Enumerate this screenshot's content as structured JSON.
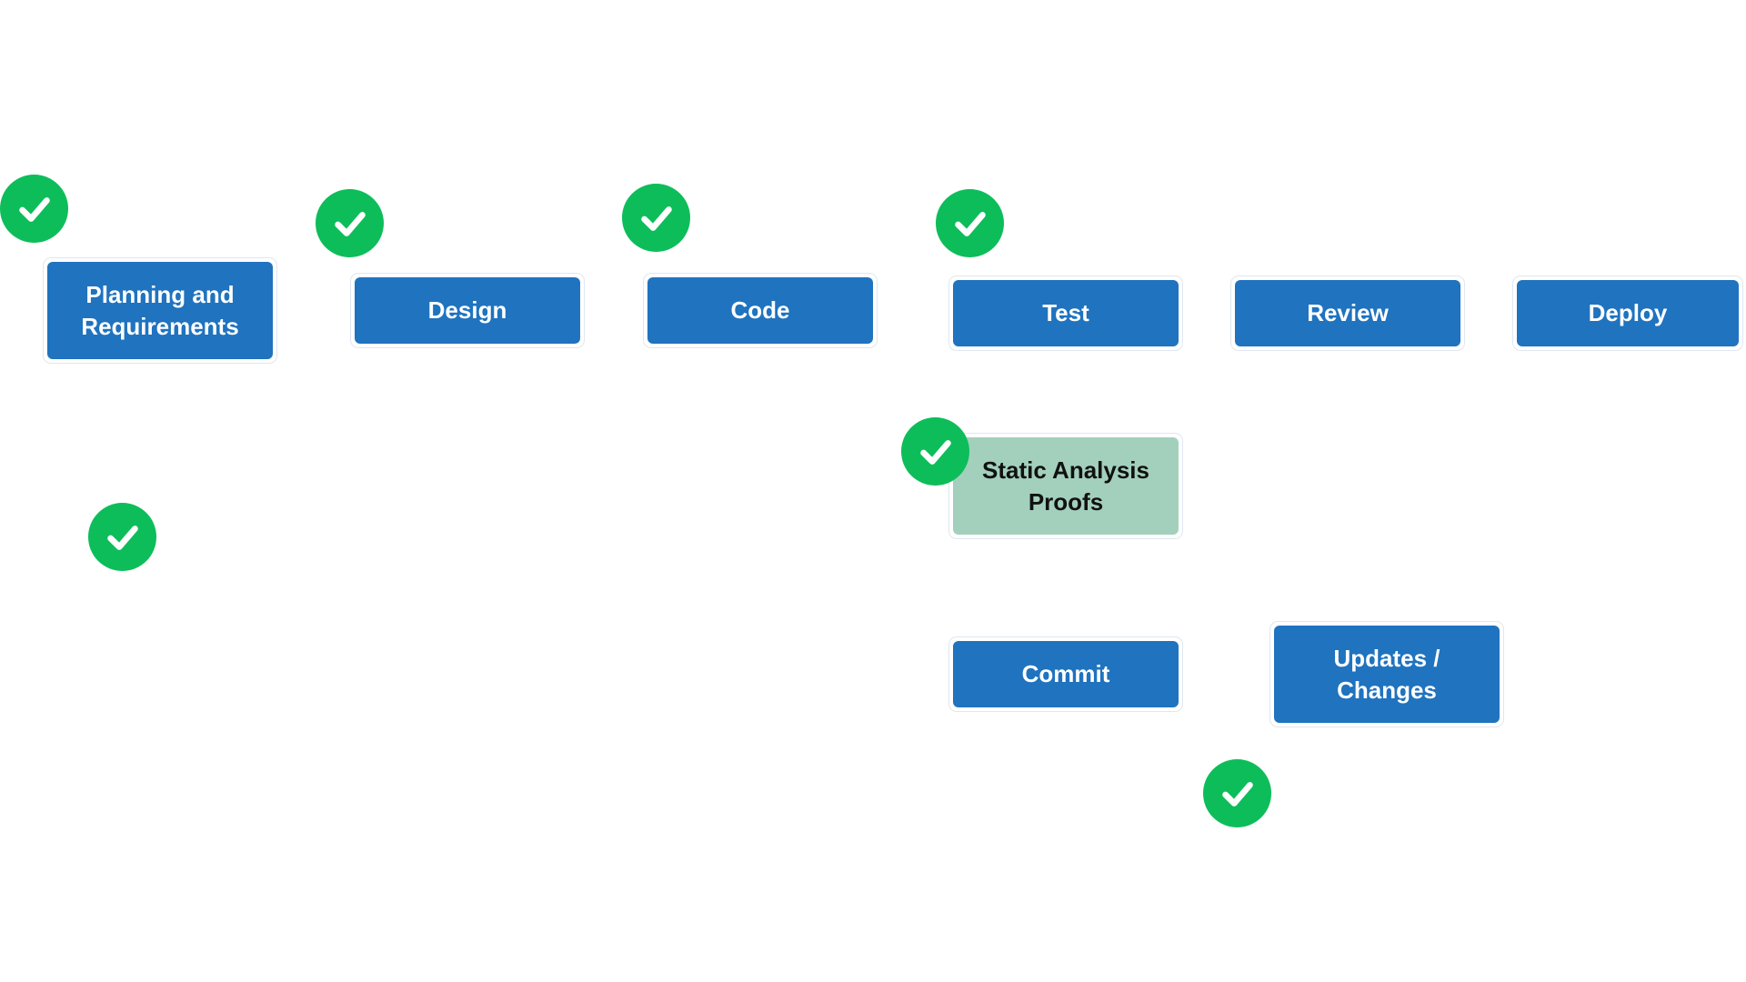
{
  "colors": {
    "node_blue": "#1f73bf",
    "node_green": "#a3d0bc",
    "check_green": "#0dbd5a",
    "check_mark": "#ffffff"
  },
  "icons": {
    "status": "check-icon"
  },
  "nodes": {
    "planning": "Planning and\nRequirements",
    "design": "Design",
    "code": "Code",
    "test": "Test",
    "review": "Review",
    "deploy": "Deploy",
    "static_analysis": "Static Analysis\nProofs",
    "commit": "Commit",
    "updates": "Updates /\nChanges"
  }
}
